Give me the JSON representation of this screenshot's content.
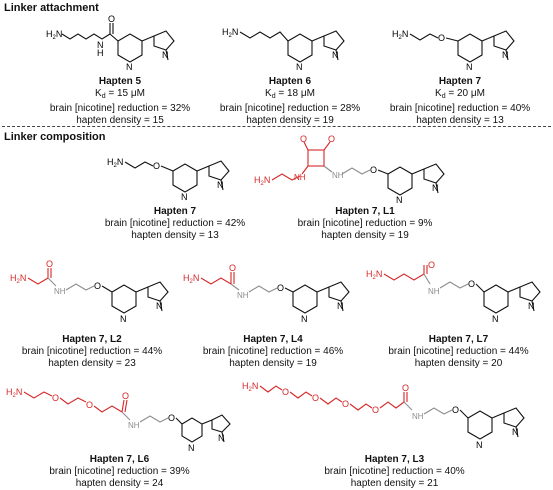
{
  "sections": {
    "attachment": "Linker attachment",
    "composition": "Linker composition"
  },
  "atom_labels": {
    "amine": "H",
    "amine_2": "2",
    "nitrogen": "N",
    "nh": "H",
    "oxygen": "O"
  },
  "haptens": [
    {
      "id": "h5",
      "name": "Hapten 5",
      "kd_prefix": "K",
      "kd_sub": "d",
      "kd_value": " = 15 μM",
      "reduction": "brain [nicotine] reduction = 32%",
      "density": "hapten density = 15"
    },
    {
      "id": "h6",
      "name": "Hapten 6",
      "kd_prefix": "K",
      "kd_sub": "d",
      "kd_value": " = 18 μM",
      "reduction": "brain [nicotine] reduction = 28%",
      "density": "hapten density = 19"
    },
    {
      "id": "h7a",
      "name": "Hapten 7",
      "kd_prefix": "K",
      "kd_sub": "d",
      "kd_value": " = 20 μM",
      "reduction": "brain [nicotine] reduction = 40%",
      "density": "hapten density = 13"
    },
    {
      "id": "h7b",
      "name": "Hapten 7",
      "reduction": "brain [nicotine] reduction = 42%",
      "density": "hapten density = 13"
    },
    {
      "id": "l1",
      "name": "Hapten 7, L1",
      "reduction": "brain [nicotine] reduction = 9%",
      "density": "hapten density = 19"
    },
    {
      "id": "l2",
      "name": "Hapten 7, L2",
      "reduction": "brain [nicotine] reduction = 44%",
      "density": "hapten density = 23"
    },
    {
      "id": "l4",
      "name": "Hapten 7, L4",
      "reduction": "brain [nicotine] reduction = 46%",
      "density": "hapten density = 19"
    },
    {
      "id": "l7",
      "name": "Hapten 7, L7",
      "reduction": "brain [nicotine] reduction = 44%",
      "density": "hapten density = 20"
    },
    {
      "id": "l6",
      "name": "Hapten 7, L6",
      "reduction": "brain [nicotine] reduction = 39%",
      "density": "hapten density = 24"
    },
    {
      "id": "l3",
      "name": "Hapten 7, L3",
      "reduction": "brain [nicotine] reduction = 40%",
      "density": "hapten density = 21"
    }
  ],
  "colors": {
    "linker_red": "#d62728",
    "linker_gray": "#8c8c8c",
    "bond": "#111111"
  }
}
